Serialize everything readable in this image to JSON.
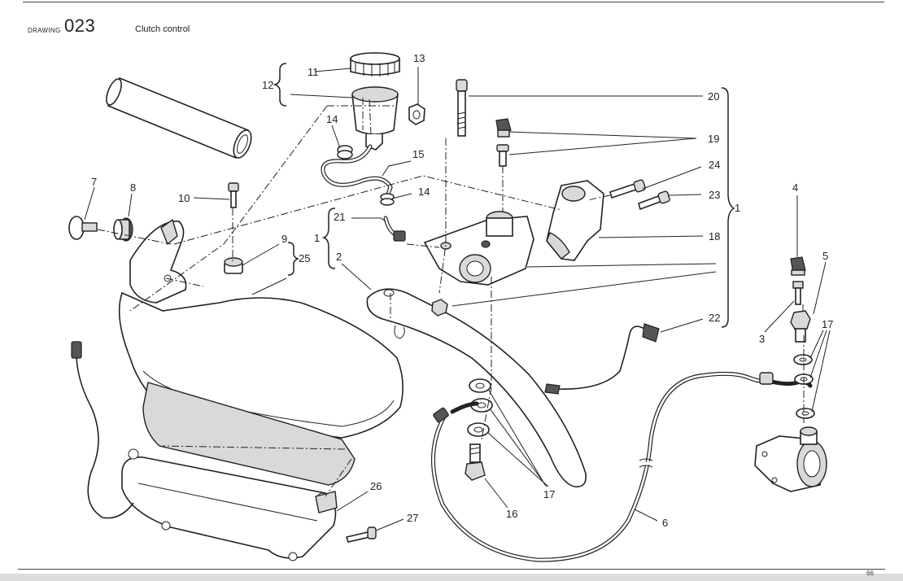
{
  "header": {
    "drawing_label": "DRAWING",
    "drawing_number": "023",
    "title": "Clutch control"
  },
  "footer": {
    "page_number": "66"
  },
  "callouts": [
    "1",
    "1",
    "2",
    "3",
    "4",
    "5",
    "6",
    "7",
    "8",
    "9",
    "10",
    "11",
    "12",
    "13",
    "14",
    "14",
    "15",
    "16",
    "17",
    "17",
    "18",
    "19",
    "20",
    "21",
    "22",
    "23",
    "24",
    "25",
    "26",
    "27"
  ]
}
